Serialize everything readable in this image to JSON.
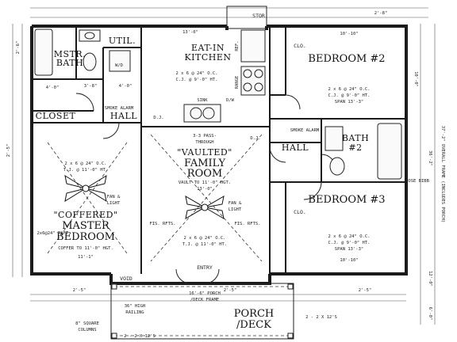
{
  "rooms": {
    "eat_in_kitchen": [
      "EAT-IN",
      "KITCHEN"
    ],
    "bedroom2": "BEDROOM #2",
    "bedroom3": "BEDROOM #3",
    "bath2": [
      "BATH",
      "#2"
    ],
    "mstr_bath": [
      "MSTR.",
      "BATH"
    ],
    "family_room": [
      "\"VAULTED\"",
      "FAMILY",
      "ROOM"
    ],
    "master_bedroom": [
      "\"COFFERED\"",
      "MASTER",
      "BEDROOM"
    ],
    "porch_deck": [
      "PORCH",
      "/DECK"
    ],
    "closet": "CLOSET",
    "hall": "HALL",
    "util": "UTIL.",
    "entry": "ENTRY",
    "stor": "STOR",
    "void": "VOID",
    "clo": "CLO."
  },
  "notes": {
    "joist_top": [
      "2 x 6 @ 24\" O.C.",
      "C.J. @ 9'-0\" HT."
    ],
    "joist_br2": [
      "2 x 6 @ 24\" O.C.",
      "C.J. @ 9'-0\" HT.",
      "SPAN 13'-3\""
    ],
    "joist_br3": [
      "2 x 6 @ 24\" O.C.",
      "C.J. @ 9'-0\" HT.",
      "SPAN 13'-3\""
    ],
    "joist_mb": [
      "2 x 6 @ 24\" O.C.",
      "T.J. @ 11'-0\" HT."
    ],
    "joist_fr": [
      "2 x 6 @ 24\" O.C.",
      "T.J. @ 11'-0\" HT."
    ],
    "vault": "VAULT TO 11'-0\" HGT.",
    "coffer": "COFFER TO 11'-0\" HGT.",
    "pass": [
      "3-3 PASS-",
      "THROUGH"
    ],
    "fan_light": [
      "FAN &",
      "LIGHT"
    ],
    "fis_rfts": "FIS. RFTS.",
    "rafts": "2x6@24\" RAFT.",
    "porch_frame": [
      "16'-6\" PORCH",
      "/DECK FRAME"
    ],
    "railing": [
      "36\" HIGH",
      "RAILING"
    ],
    "columns": [
      "8\" SQUARE",
      "COLUMNS"
    ],
    "header_porch": "2 - 2 X 12'S",
    "header_right": "2 - 2 X 12'S",
    "overall": "37'-2\" OVERALL FRAME (INCLUDES PORCH)",
    "hose_bibb": "HOSE BIBB",
    "sink": "SINK",
    "dw": "D/W",
    "range": "RANGE",
    "ref": "REF.",
    "smoke": "SMOKE ALARM",
    "wd": "W/D",
    "dj": "D.J."
  },
  "dims": {
    "br2_size": "10'-10\"",
    "br3_size": "10'-10\"",
    "mb_size": "11'-1\"",
    "kit_w": "13'-0\"",
    "fr_w": "13'-0\"",
    "closet_w": "4'-0\"",
    "mstr_w": "3'-8\"",
    "util_w": "4'-0\"",
    "right_h1": "36'-2\"",
    "right_h2": "10'-0\"",
    "right_h3": "12'-0\"",
    "porch_h": "6'-0\"",
    "left_25": "2'-5\"",
    "left_26": "2'-6\"",
    "top_28": "2'-8\"",
    "bot_25a": "2'-5\"",
    "bot_25b": "2'-5\"",
    "bot_25c": "2'-5\""
  }
}
